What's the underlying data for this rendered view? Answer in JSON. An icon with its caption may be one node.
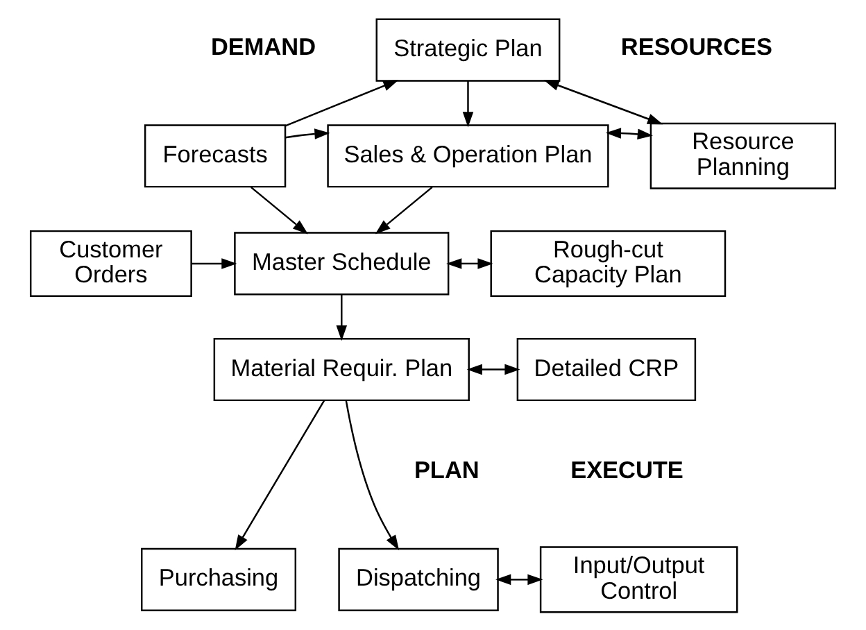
{
  "diagram": {
    "nodes": [
      {
        "text": [
          "Strategic Plan"
        ]
      },
      {
        "text": [
          "Resource Planning"
        ]
      },
      {
        "text": [
          "Forecasts"
        ]
      },
      {
        "text": [
          "Sales & Operation Plan"
        ]
      },
      {
        "text": [
          "Customer Orders"
        ]
      },
      {
        "text": [
          "Master Schedule"
        ]
      },
      {
        "text": [
          "Rough-cut Capacity Plan"
        ]
      },
      {
        "text": [
          "Material Requir. Plan"
        ]
      },
      {
        "text": [
          "Detailed CRP"
        ]
      },
      {
        "text": [
          "Purchasing"
        ]
      },
      {
        "text": [
          "Dispatching"
        ]
      },
      {
        "text": [
          "Input/Output Control"
        ]
      }
    ],
    "edges": [
      {
        "from": 2,
        "to": 0,
        "arrow": "to"
      },
      {
        "from": 2,
        "to": 3,
        "arrow": "to"
      },
      {
        "from": 2,
        "to": 5,
        "arrow": "to"
      },
      {
        "from": 0,
        "to": 3,
        "arrow": "to"
      },
      {
        "from": 0,
        "to": 1,
        "arrow": "both"
      },
      {
        "from": 3,
        "to": 1,
        "arrow": "both"
      },
      {
        "from": 3,
        "to": 5,
        "arrow": "to"
      },
      {
        "from": 4,
        "to": 5,
        "arrow": "to"
      },
      {
        "from": 5,
        "to": 6,
        "arrow": "both"
      },
      {
        "from": 5,
        "to": 7,
        "arrow": "to"
      },
      {
        "from": 7,
        "to": 8,
        "arrow": "both"
      },
      {
        "from": 7,
        "to": 9,
        "arrow": "to"
      },
      {
        "from": 7,
        "to": 10,
        "arrow": "to"
      },
      {
        "from": 10,
        "to": 11,
        "arrow": "both"
      }
    ],
    "labels": [
      "DEMAND",
      "RESOURCES",
      "PLAN",
      "EXECUTE"
    ]
  }
}
